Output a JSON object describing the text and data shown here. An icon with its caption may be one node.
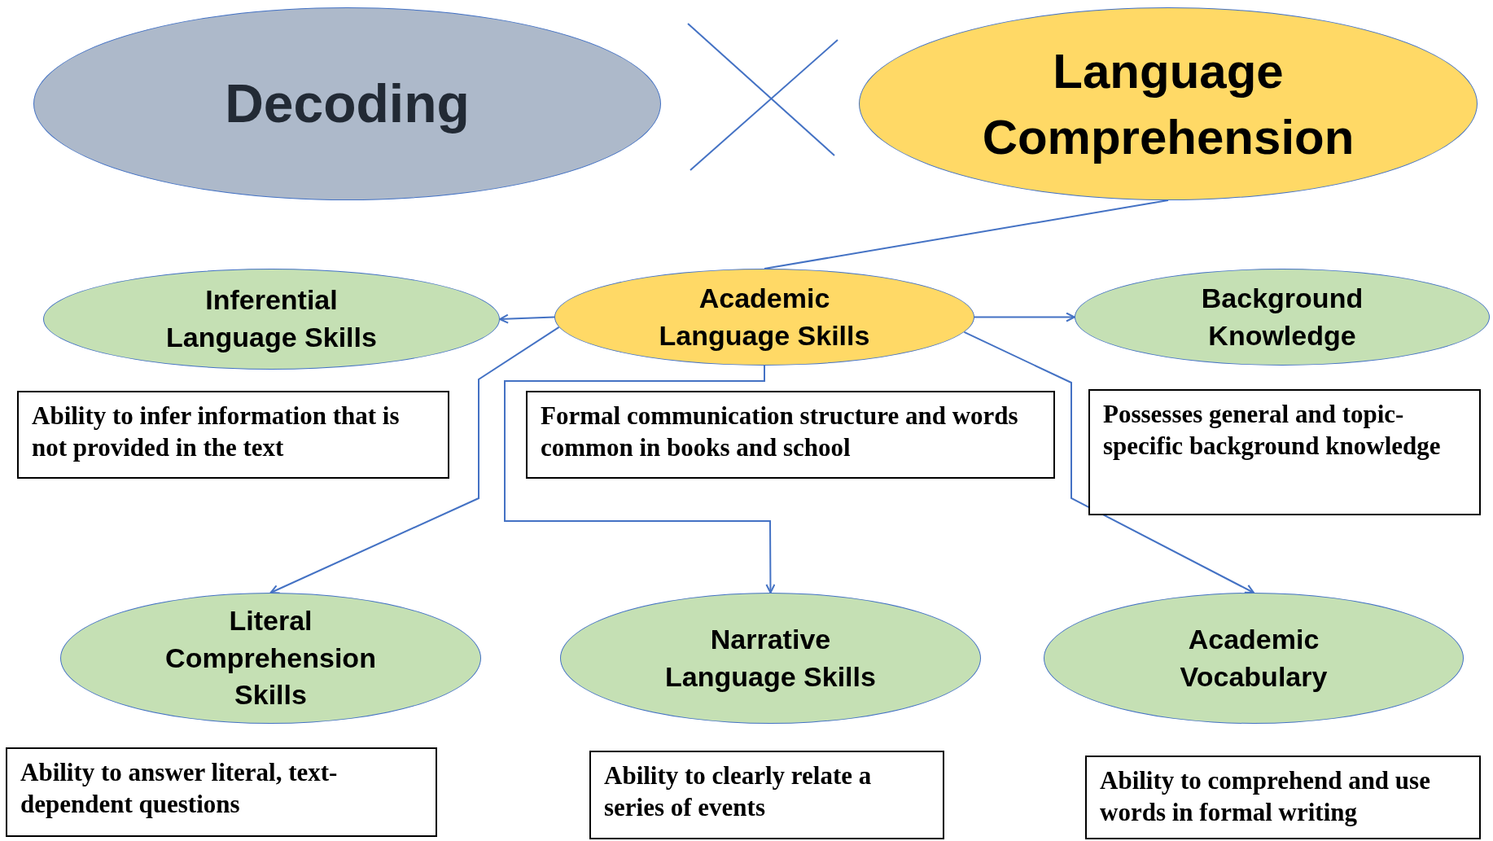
{
  "diagram": {
    "nodes": [
      {
        "text": [
          "Decoding"
        ]
      },
      {
        "text": [
          "Language Comprehension"
        ]
      },
      {
        "text": [
          "Inferential Language Skills"
        ]
      },
      {
        "text": [
          "Academic Language Skills"
        ]
      },
      {
        "text": [
          "Background Knowledge"
        ]
      },
      {
        "text": [
          "Ability to infer information that is not provided in the text"
        ]
      },
      {
        "text": [
          "Formal communication structure and words common in books and school"
        ]
      },
      {
        "text": [
          "Possesses general and topic-specific background knowledge"
        ]
      },
      {
        "text": [
          "Literal Comprehension Skills"
        ]
      },
      {
        "text": [
          "Narrative Language Skills"
        ]
      },
      {
        "text": [
          "Academic Vocabulary"
        ]
      },
      {
        "text": [
          "Ability to answer literal, text- dependent questions"
        ]
      },
      {
        "text": [
          "Ability to clearly relate a series of events"
        ]
      },
      {
        "text": [
          "Ability to comprehend and use words in formal writing"
        ]
      }
    ],
    "edges": [
      {
        "from": 1,
        "to": 3,
        "arrow": "none"
      },
      {
        "from": 3,
        "to": 2,
        "arrow": "to"
      },
      {
        "from": 3,
        "to": 4,
        "arrow": "to"
      },
      {
        "from": 3,
        "to": 8,
        "arrow": "to"
      },
      {
        "from": 3,
        "to": 9,
        "arrow": "to"
      },
      {
        "from": 3,
        "to": 10,
        "arrow": "to"
      }
    ]
  }
}
